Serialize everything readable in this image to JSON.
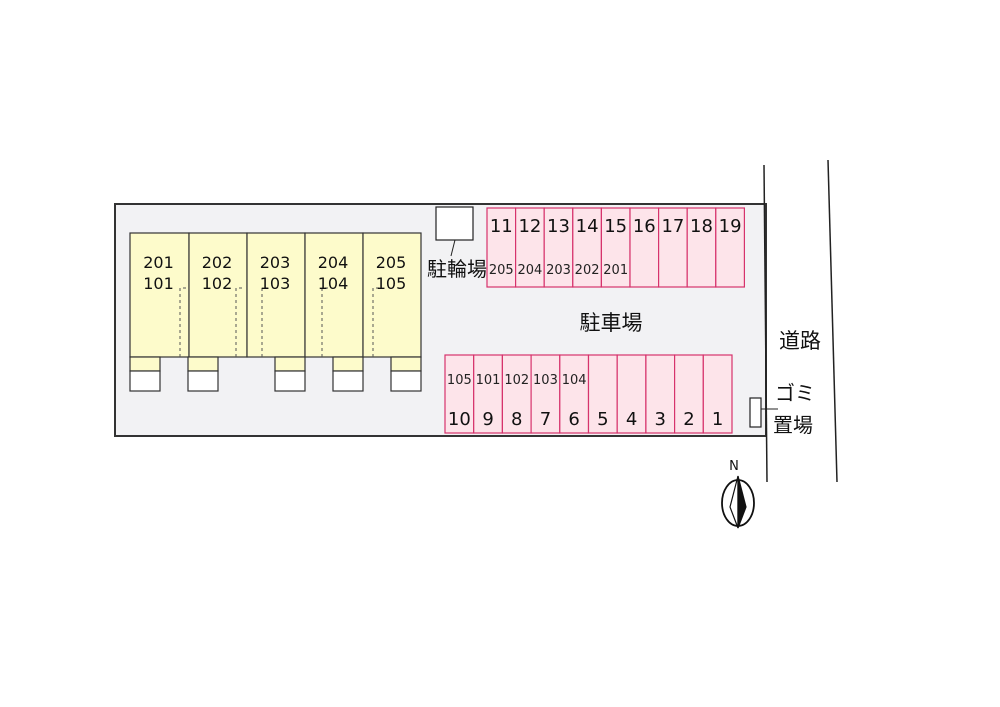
{
  "labels": {
    "bicycle_parking": "駐輪場",
    "car_parking": "駐車場",
    "road": "道路",
    "garbage_line1": "ゴミ",
    "garbage_line2": "置場",
    "north": "N"
  },
  "units": [
    {
      "upper": "201",
      "lower": "101"
    },
    {
      "upper": "202",
      "lower": "102"
    },
    {
      "upper": "203",
      "lower": "103"
    },
    {
      "upper": "204",
      "lower": "104"
    },
    {
      "upper": "205",
      "lower": "105"
    }
  ],
  "parking_top": [
    {
      "no": "11",
      "room": "205"
    },
    {
      "no": "12",
      "room": "204"
    },
    {
      "no": "13",
      "room": "203"
    },
    {
      "no": "14",
      "room": "202"
    },
    {
      "no": "15",
      "room": "201"
    },
    {
      "no": "16",
      "room": ""
    },
    {
      "no": "17",
      "room": ""
    },
    {
      "no": "18",
      "room": ""
    },
    {
      "no": "19",
      "room": ""
    }
  ],
  "parking_bottom": [
    {
      "no": "10",
      "room": "105"
    },
    {
      "no": "9",
      "room": "101"
    },
    {
      "no": "8",
      "room": "102"
    },
    {
      "no": "7",
      "room": "103"
    },
    {
      "no": "6",
      "room": "104"
    },
    {
      "no": "5",
      "room": ""
    },
    {
      "no": "4",
      "room": ""
    },
    {
      "no": "3",
      "room": ""
    },
    {
      "no": "2",
      "room": ""
    },
    {
      "no": "1",
      "room": ""
    }
  ],
  "colors": {
    "lot": "#f2f2f4",
    "building": "#fdfbcb",
    "parking": "#fde4ea",
    "parking_border": "#d6336c",
    "outline": "#333333"
  }
}
